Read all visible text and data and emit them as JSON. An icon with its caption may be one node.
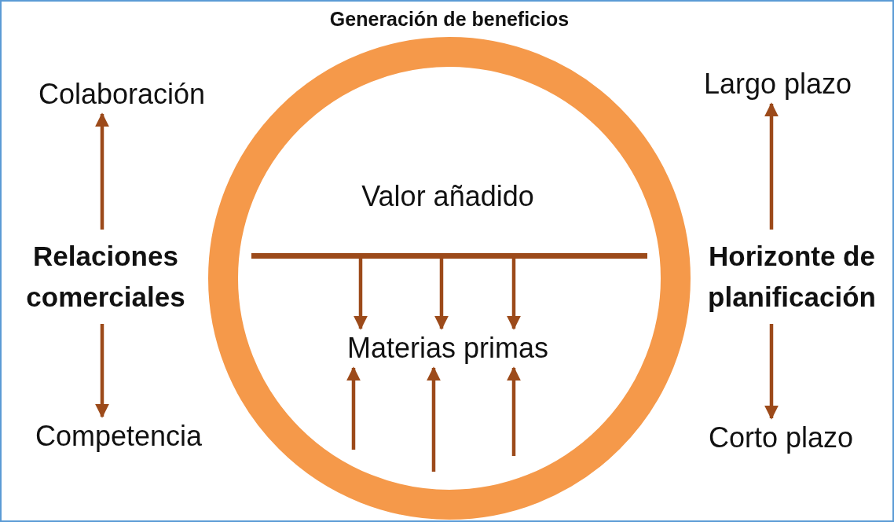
{
  "diagram": {
    "nodes": [
      {
        "text": [
          "Generación de beneficios"
        ]
      },
      {
        "text": [
          "Valor añadido"
        ],
        "in": 0
      },
      {
        "text": [],
        "shape": "bar",
        "in": 0
      },
      {
        "text": [
          "Materias primas"
        ],
        "in": 0
      },
      {
        "text": [
          "Colaboración"
        ]
      },
      {
        "text": [
          "Relaciones comerciales"
        ]
      },
      {
        "text": [
          "Competencia"
        ]
      },
      {
        "text": [
          "Largo plazo"
        ]
      },
      {
        "text": [
          "Horizonte de planificación"
        ]
      },
      {
        "text": [
          "Corto plazo"
        ]
      }
    ],
    "edges": [
      {
        "from": 2,
        "to": 3,
        "arrow": "to"
      },
      {
        "from": 2,
        "to": 3,
        "arrow": "to"
      },
      {
        "from": 2,
        "to": 3,
        "arrow": "to"
      },
      {
        "from": null,
        "to": 3,
        "arrow": "to"
      },
      {
        "from": null,
        "to": 3,
        "arrow": "to"
      },
      {
        "from": null,
        "to": 3,
        "arrow": "to"
      },
      {
        "from": 5,
        "to": 4,
        "arrow": "to"
      },
      {
        "from": 5,
        "to": 6,
        "arrow": "to"
      },
      {
        "from": 8,
        "to": 7,
        "arrow": "to"
      },
      {
        "from": 8,
        "to": 9,
        "arrow": "to"
      }
    ]
  }
}
